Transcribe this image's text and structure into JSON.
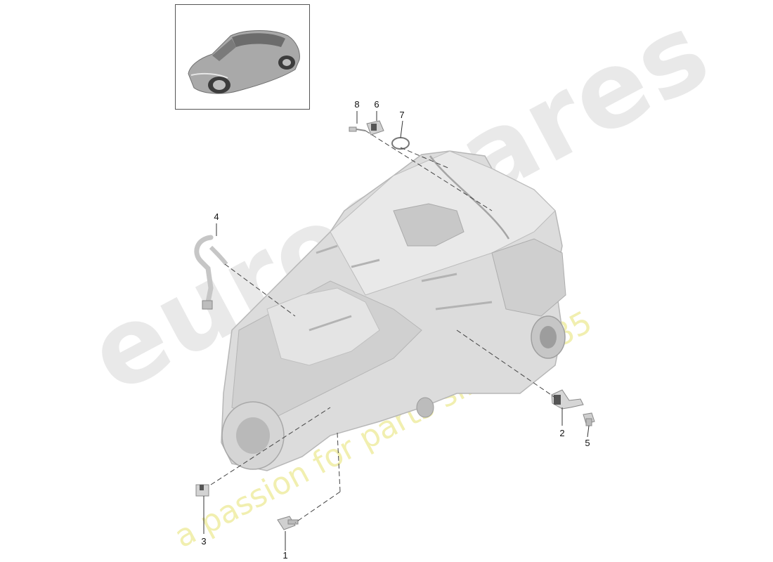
{
  "watermark": {
    "brand": "eurospares",
    "tagline": "a passion for parts since 1985"
  },
  "colors": {
    "part_fill": "#dcdcdc",
    "part_shade": "#c4c4c4",
    "part_dark": "#9a9a9a",
    "leader_line": "#333333",
    "watermark_gray": "#e9e9e9",
    "watermark_yellow": "#f1efb0"
  },
  "thumbnail": {
    "icon": "car-icon"
  },
  "callouts": [
    {
      "id": "1",
      "label": "1"
    },
    {
      "id": "2",
      "label": "2"
    },
    {
      "id": "3",
      "label": "3"
    },
    {
      "id": "4",
      "label": "4"
    },
    {
      "id": "5",
      "label": "5"
    },
    {
      "id": "6",
      "label": "6"
    },
    {
      "id": "7",
      "label": "7"
    },
    {
      "id": "8",
      "label": "8"
    }
  ]
}
